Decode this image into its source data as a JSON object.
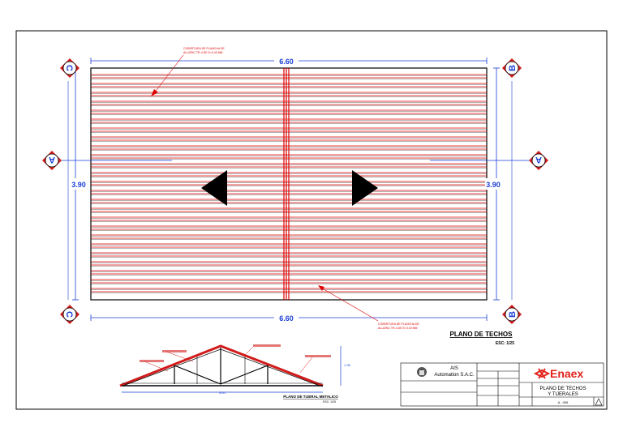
{
  "plan": {
    "dim_top": "6.60",
    "dim_bottom": "6.60",
    "dim_left": "3.90",
    "dim_right": "3.90",
    "section_markers": {
      "top_left": "C",
      "top_right": "B",
      "mid_left": "A",
      "mid_right": "A",
      "bottom_left": "C",
      "bottom_right": "B"
    },
    "note_top": "ALUZINC TR-4 DE E=0.40 MM",
    "note_top_small": "COBERTURA DE PLANCHA DE",
    "note_bottom": "COBERTURA DE PLANCHA DE",
    "note_bottom_2": "ALUZINC TR-4 DE E=0.40 MM",
    "title": "PLANO DE TECHOS",
    "scale": "ESC: 1/25"
  },
  "truss": {
    "span": "6.60",
    "height": "1.36",
    "title": "PLANO DE TIJERAL METALICO",
    "scale": "ESC: 1/25"
  },
  "title_block": {
    "company": "AIS",
    "company_sub": "Automation S.A.C.",
    "client": "Enaex",
    "drawing_title_1": "PLANO DE TECHOS",
    "drawing_title_2": "Y TIJERALES",
    "drawing_number": "A - 006"
  },
  "colors": {
    "border": "#000000",
    "roof_lines": "#e00000",
    "dimension": "#1a3fd6",
    "marker_fill": "#d21b1b",
    "enaex_red": "#e2231a"
  }
}
